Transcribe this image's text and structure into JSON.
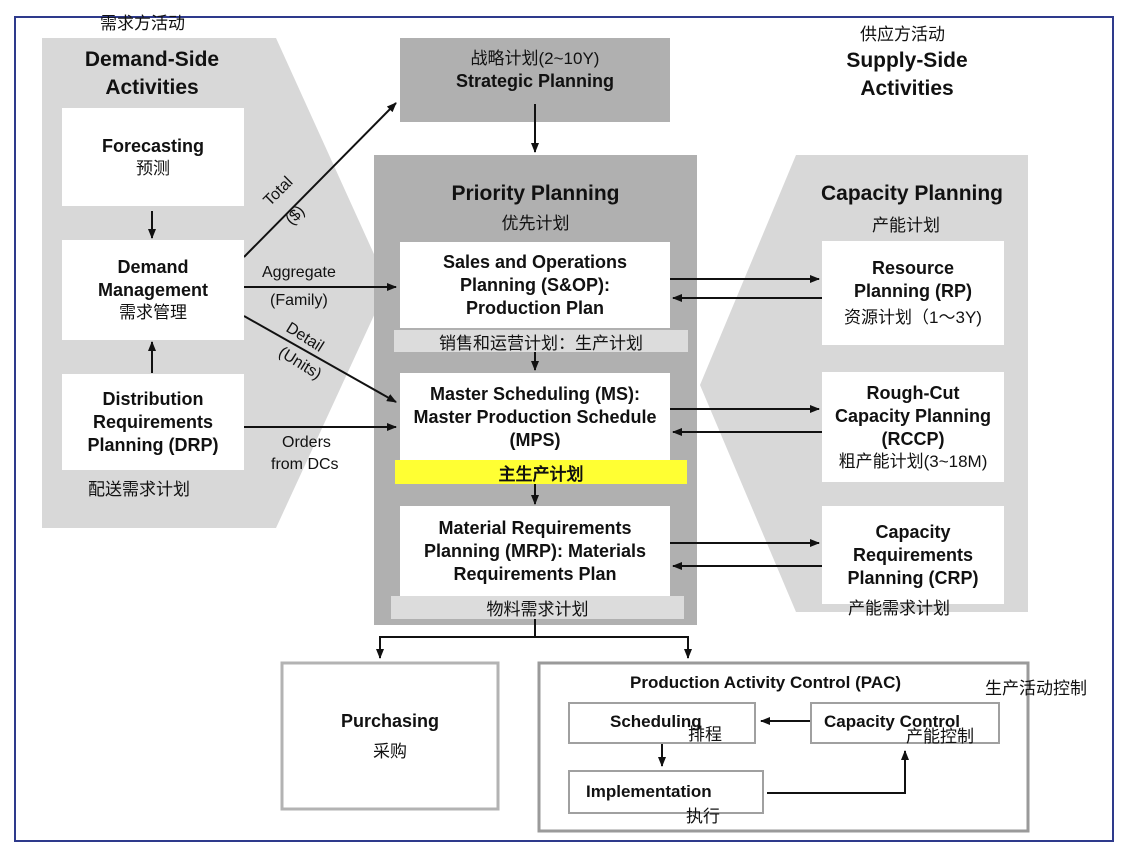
{
  "labels": {
    "demand_side_cn": "需求方活动",
    "supply_side_cn": "供应方活动",
    "supply_side_en": "Supply-Side Activities",
    "demand_side_en": "Demand-Side Activities"
  },
  "demand": {
    "forecasting": {
      "en": "Forecasting",
      "cn": "预测"
    },
    "demand_management": {
      "en": "Demand Management",
      "cn": "需求管理"
    },
    "drp": {
      "en": "Distribution Requirements Planning (DRP)",
      "cn": "配送需求计划"
    }
  },
  "strategic": {
    "cn": "战略计划(2~10Y)",
    "en": "Strategic Planning"
  },
  "priority": {
    "title": "Priority Planning",
    "cn": "优先计划",
    "sop": {
      "en": "Sales and Operations Planning (S&OP): Production Plan",
      "cn": "销售和运营计划：生产计划"
    },
    "ms": {
      "en": "Master Scheduling (MS): Master Production Schedule (MPS)",
      "cn": "主生产计划"
    },
    "mrp": {
      "en": "Material Requirements Planning (MRP): Materials Requirements Plan",
      "cn": "物料需求计划"
    }
  },
  "capacity": {
    "title": "Capacity Planning",
    "cn": "产能计划",
    "rp": {
      "en": "Resource Planning (RP)",
      "cn": "资源计划（1～3Y)"
    },
    "rccp": {
      "en": "Rough-Cut Capacity Planning (RCCP)",
      "cn": "粗产能计划(3~18M)"
    },
    "crp": {
      "en": "Capacity Requirements Planning (CRP)",
      "cn": "产能需求计划"
    }
  },
  "flow_labels": {
    "total": "Total",
    "total_unit": "($)",
    "aggregate": "Aggregate",
    "family": "(Family)",
    "detail": "Detail",
    "units": "(Units)",
    "orders": "Orders",
    "from_dcs": "from DCs"
  },
  "purchasing": {
    "en": "Purchasing",
    "cn": "采购"
  },
  "pac": {
    "title": "Production Activity Control (PAC)",
    "cn": "生产活动控制",
    "scheduling": {
      "en": "Scheduling",
      "cn": "排程"
    },
    "capacity_control": {
      "en": "Capacity Control",
      "cn": "产能控制"
    },
    "implementation": {
      "en": "Implementation",
      "cn": "执行"
    }
  },
  "colors": {
    "light_panel": "#d8d8d8",
    "dark_panel": "#b0b0b0",
    "cn_bar": "#dcdcdc",
    "highlight": "#ffff33",
    "frame": "#2e3a8c"
  }
}
